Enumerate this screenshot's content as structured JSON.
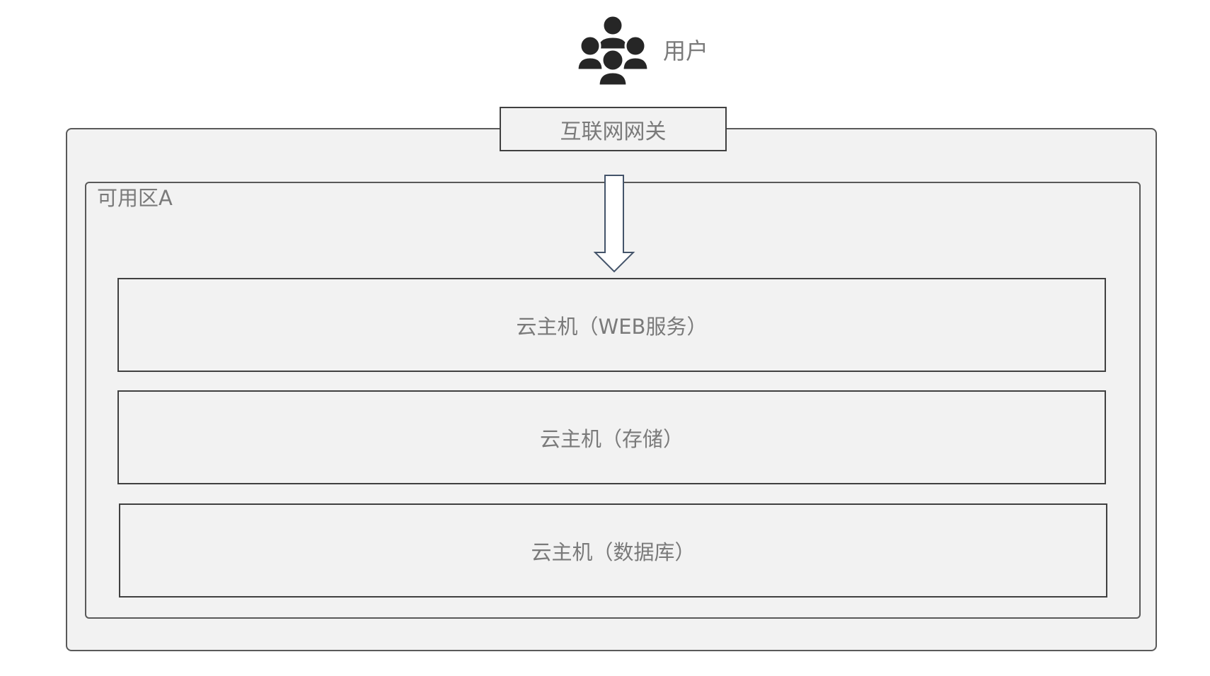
{
  "user": {
    "icon": "users-group-icon",
    "label": "用户"
  },
  "gateway": {
    "label": "互联网网关"
  },
  "zone": {
    "label": "可用区A"
  },
  "servers": [
    {
      "label": "云主机（WEB服务）"
    },
    {
      "label": "云主机（存储）"
    },
    {
      "label": "云主机（数据库）"
    }
  ],
  "colors": {
    "panel_fill": "#f2f2f2",
    "border": "#404040",
    "text": "#7a7a7a",
    "icon": "#262626",
    "arrow_outline": "#44546a"
  }
}
